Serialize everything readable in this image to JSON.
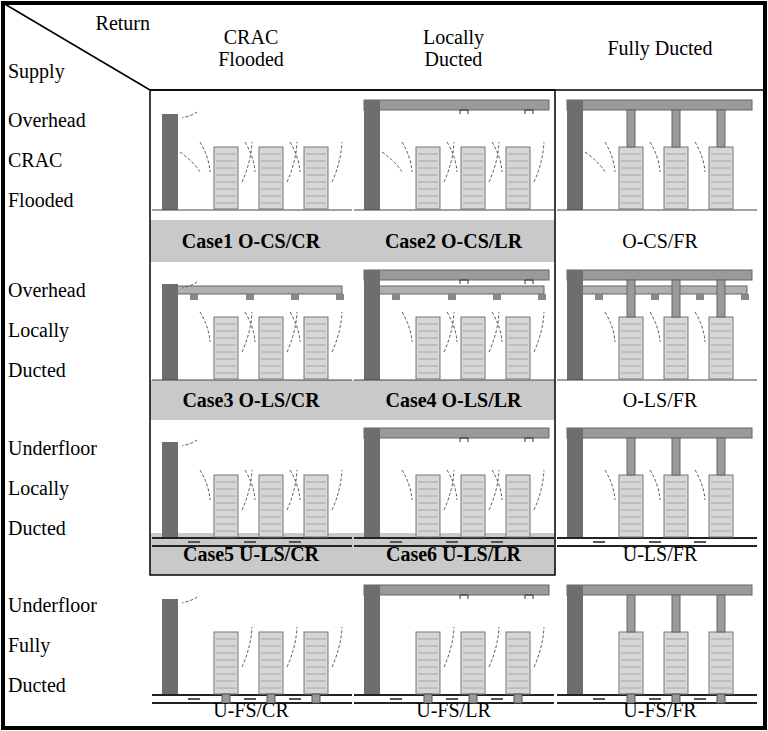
{
  "diagram": {
    "labels": [
      "Return",
      "Supply",
      "CRAC Flooded",
      "Locally Ducted",
      "Fully Ducted",
      "Overhead CRAC Flooded",
      "Case1 O-CS/CR",
      "Case2 O-CS/LR",
      "O-CS/FR",
      "Overhead Locally Ducted",
      "Case3 O-LS/CR",
      "Case4 O-LS/LR",
      "O-LS/FR",
      "Underfloor Locally Ducted",
      "Case5 U-LS/CR",
      "Case6 U-LS/LR",
      "U-LS/FR",
      "Underfloor Fully Ducted",
      "U-FS/CR",
      "U-FS/LR",
      "U-FS/FR"
    ]
  }
}
